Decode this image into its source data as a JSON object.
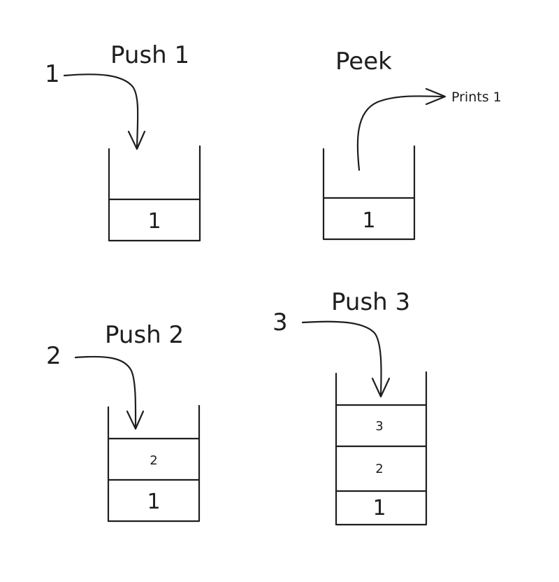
{
  "panels": {
    "push1": {
      "title": "Push 1",
      "input": "1",
      "cells": [
        "1"
      ]
    },
    "peek": {
      "title": "Peek",
      "output": "Prints 1",
      "cells": [
        "1"
      ]
    },
    "push2": {
      "title": "Push 2",
      "input": "2",
      "cells": [
        "2",
        "1"
      ]
    },
    "push3": {
      "title": "Push 3",
      "input": "3",
      "cells": [
        "3",
        "2",
        "1"
      ]
    }
  }
}
